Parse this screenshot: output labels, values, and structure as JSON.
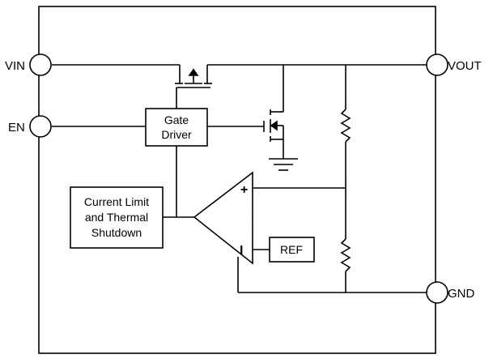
{
  "pins": {
    "vin": "VIN",
    "vout": "VOUT",
    "en": "EN",
    "gnd": "GND"
  },
  "blocks": {
    "gate_driver": [
      "Gate",
      "Driver"
    ],
    "current_limit": [
      "Current Limit",
      "and Thermal",
      "Shutdown"
    ],
    "ref": "REF"
  },
  "amplifier": {
    "plus": "+",
    "minus": "I"
  },
  "colors": {
    "stroke": "#000000",
    "background": "#ffffff"
  }
}
